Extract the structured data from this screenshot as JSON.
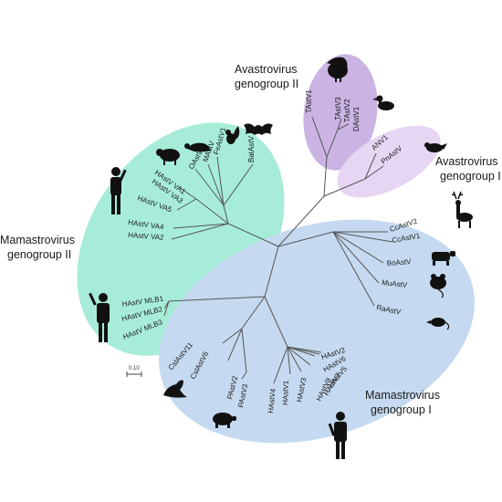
{
  "groups": {
    "avas2": {
      "line1": "Avastrovirus",
      "line2": "genogroup II",
      "color": "#cbb3e3"
    },
    "avas1": {
      "line1": "Avastrovirus",
      "line2": "genogroup I",
      "color": "#e6d6f4"
    },
    "mam2": {
      "line1": "Mamastrovirus",
      "line2": "genogroup II",
      "color": "#a7ecd9"
    },
    "mam1": {
      "line1": "Mamastrovirus",
      "line2": "genogroup I",
      "color": "#c5daf0"
    }
  },
  "leaves": {
    "tastv1": "TAstV1",
    "tastv3": "TAstV3",
    "tastv2": "TAstV2",
    "dastv1": "DAstV1",
    "anv1": "ANV1",
    "pnastv": "PnAstV",
    "batastv": "BatAstV",
    "fastv1": "FeAstV1",
    "mastv": "MAstV",
    "oastv": "OAstV",
    "hastv_va1": "HAstV VA1",
    "hastv_va3": "HAstV VA3",
    "hastv_va5": "HAstV VA5",
    "hastv_va4": "HAstV VA4",
    "hastv_va2": "HAstV VA2",
    "hastv_mlb1": "HAstV MLB1",
    "hastv_mlb2": "HAstV MLB2",
    "hastv_mlb3": "HAstV MLB3",
    "ccastv2": "CcAstV2",
    "ccastv1": "CcAstV1",
    "boastv": "BoAstV",
    "muastv": "MuAstV",
    "raastv": "RaAstV",
    "cstastv11": "CslAstV11",
    "cslastv6": "CslAstV6",
    "pastv2": "PAstV2",
    "pastv3": "PAstV3",
    "hastv4": "HAstV4",
    "hastv1": "HAstV1",
    "hastv3": "HAstV3",
    "hastv8": "HAstV8",
    "hastv7": "HAstV7",
    "hastv5": "HAstV5",
    "hastv6": "HAstV6",
    "hastv2": "HAstV2"
  },
  "scale": {
    "label": "0.10"
  },
  "icons": [
    "turkey-icon",
    "duck-icon",
    "pigeon-icon",
    "bat-icon",
    "squirrel-icon",
    "ferret-icon",
    "sheep-icon",
    "human-icon",
    "deer-icon",
    "cow-icon",
    "mouse-icon",
    "rat-icon",
    "sea-lion-icon",
    "pig-icon"
  ]
}
